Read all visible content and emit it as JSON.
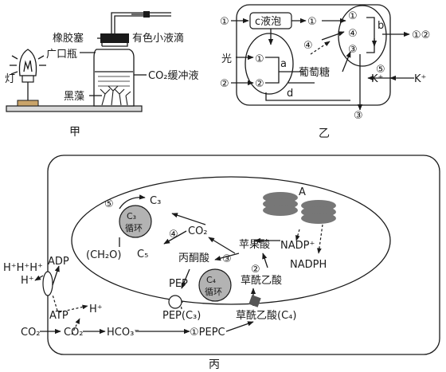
{
  "jia": {
    "lamp": "灯",
    "stopper": "橡胶塞",
    "droplet": "有色小液滴",
    "bottle": "广口瓶",
    "buffer": "CO₂缓冲液",
    "algae": "黑藻",
    "caption": "甲"
  },
  "yi": {
    "c1": "①",
    "c2": "②",
    "c3": "③",
    "c4": "④",
    "c5": "⑤",
    "vacuole": "c液泡",
    "light": "光",
    "a": "a",
    "b": "b",
    "d": "d",
    "glucose": "葡萄糖",
    "k": "K⁺",
    "out12": "①②",
    "caption": "乙"
  },
  "bing": {
    "A": "A",
    "c5circ": "⑤",
    "C3": "C₃",
    "C3cycle_top": "C₃",
    "C3cycle_bot": "循环",
    "CO2_in": "CO₂",
    "c4": "④",
    "CH2O": "(CH₂O)",
    "C5": "C₅",
    "malic": "苹果酸",
    "nadpplus": "NADP⁺",
    "pyruvate": "丙酮酸",
    "c3": "③",
    "c2": "②",
    "nadph": "NADPH",
    "pep": "PEP",
    "C4cycle_top": "C₄",
    "C4cycle_bot": "循环",
    "oxalo": "草酰乙酸",
    "pepc3": "PEP(C₃)",
    "oxaloC4": "草酰乙酸(C₄)",
    "hhh": "H⁺H⁺H⁺",
    "h_left": "H⁺",
    "adp": "ADP",
    "atp": "ATP",
    "h_right": "H⁺",
    "co2a": "CO₂",
    "co2b": "CO₂",
    "hco3": "HCO₃⁻",
    "pepc": "①PEPC",
    "caption": "丙"
  }
}
